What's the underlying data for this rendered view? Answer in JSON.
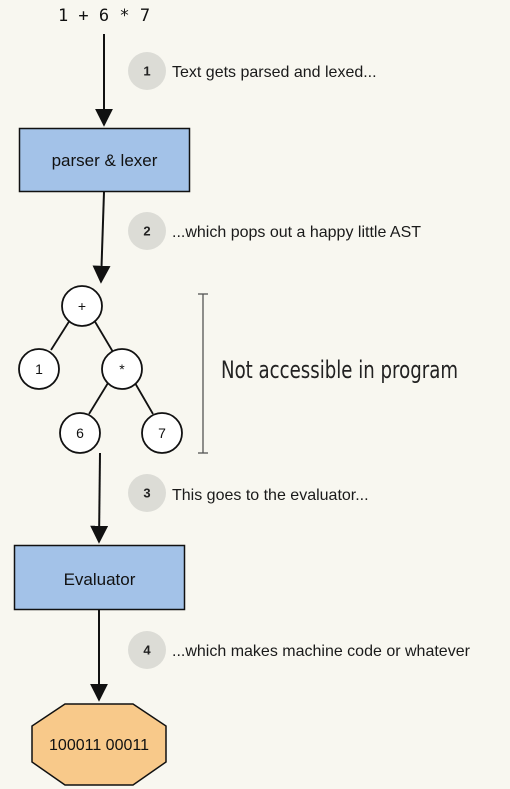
{
  "input_code": "1 + 6 * 7",
  "steps": [
    {
      "number": "1",
      "text": "Text gets parsed and lexed..."
    },
    {
      "number": "2",
      "text": "...which pops out a happy little AST"
    },
    {
      "number": "3",
      "text": "This goes to the evaluator..."
    },
    {
      "number": "4",
      "text": "...which makes machine code or whatever"
    }
  ],
  "boxes": {
    "parser": "parser & lexer",
    "evaluator": "Evaluator"
  },
  "ast": {
    "root": "+",
    "left": "1",
    "mul": "*",
    "mul_left": "6",
    "mul_right": "7"
  },
  "note": "Not accessible in program",
  "output": "100011 00011",
  "colors": {
    "background": "#f8f7f0",
    "box_fill": "#a3c2e8",
    "output_fill": "#f8c98a",
    "step_badge": "#dcdcd6"
  }
}
